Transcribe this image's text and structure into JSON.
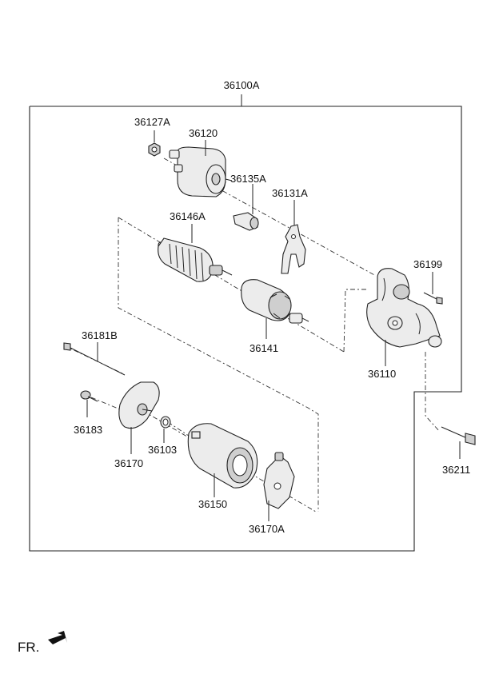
{
  "assembly_label": "36100A",
  "parts": {
    "p36127A": "36127A",
    "p36120": "36120",
    "p36135A": "36135A",
    "p36131A": "36131A",
    "p36146A": "36146A",
    "p36199": "36199",
    "p36141": "36141",
    "p36110": "36110",
    "p36181B": "36181B",
    "p36183": "36183",
    "p36170": "36170",
    "p36103": "36103",
    "p36150": "36150",
    "p36170A": "36170A",
    "p36211": "36211"
  },
  "direction_label": "FR."
}
